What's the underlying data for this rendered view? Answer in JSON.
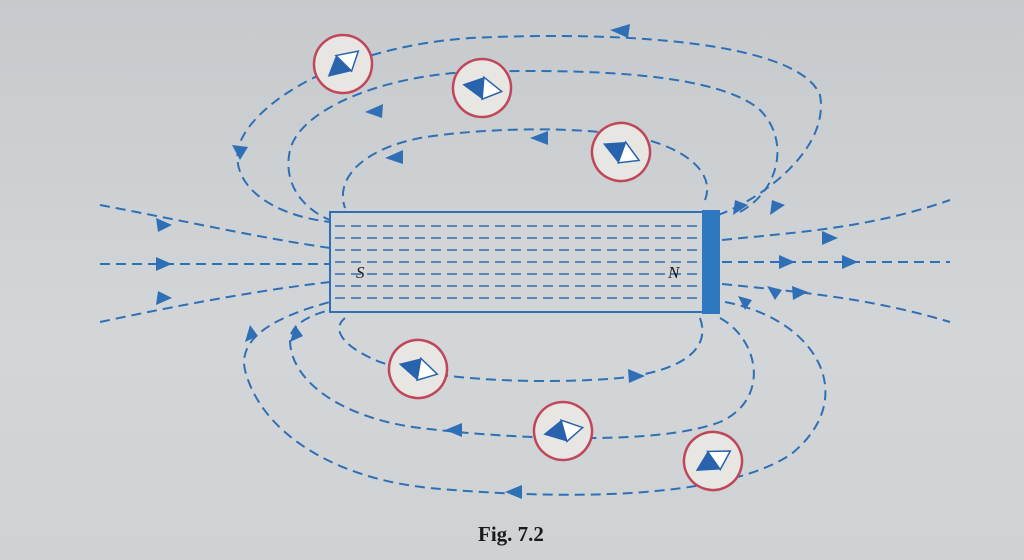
{
  "figure": {
    "caption": "Fig. 7.2",
    "magnet": {
      "south_label": "S",
      "north_label": "N"
    }
  },
  "colors": {
    "field_line": "#2f6fb6",
    "compass_ring": "#c0465a",
    "compass_fill": "#e8e6e3",
    "compass_needle_dark": "#2a63ad",
    "magnet_outline": "#2f6fb6",
    "north_pole": "#2f78c0"
  }
}
